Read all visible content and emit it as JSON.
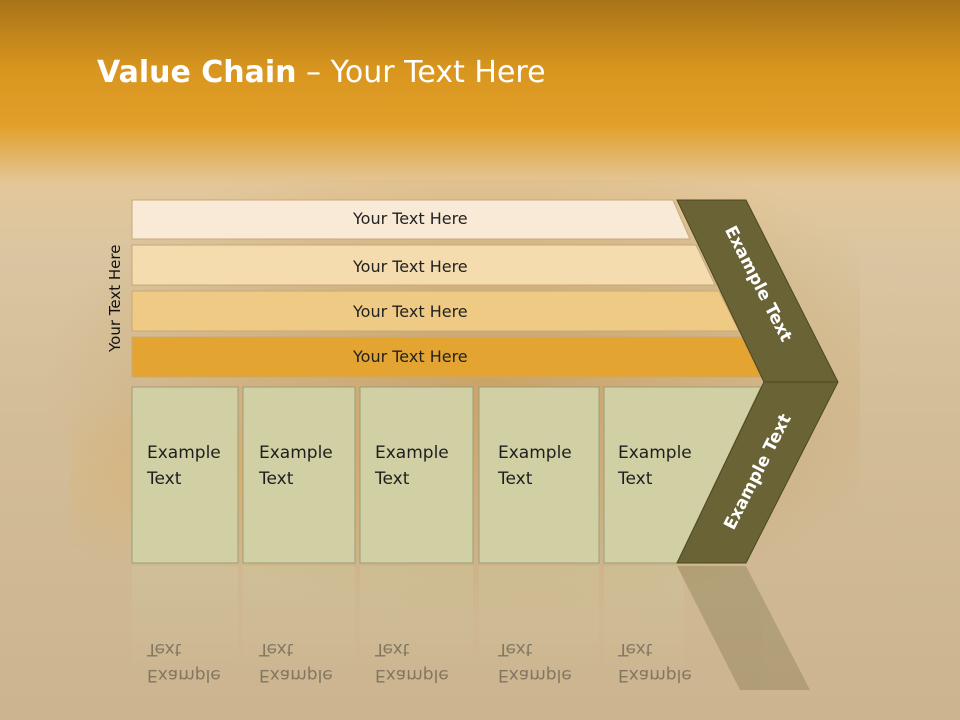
{
  "title": {
    "bold": "Value Chain",
    "rest": " – Your Text Here"
  },
  "side_label": "Your Text Here",
  "bars": [
    {
      "label": "Your Text Here"
    },
    {
      "label": "Your Text Here"
    },
    {
      "label": "Your Text Here"
    },
    {
      "label": "Your Text Here"
    }
  ],
  "cells": [
    {
      "line1": "Example",
      "line2": "Text"
    },
    {
      "line1": "Example",
      "line2": "Text"
    },
    {
      "line1": "Example",
      "line2": "Text"
    },
    {
      "line1": "Example",
      "line2": "Text"
    },
    {
      "line1": "Example",
      "line2": "Text"
    }
  ],
  "chevron_top_label": "Example Text",
  "chevron_bottom_label": "Example Text",
  "colors": {
    "bar_1": "#f8ead6",
    "bar_2": "#f4dcae",
    "bar_3": "#efca84",
    "bar_4": "#e3a432",
    "cell": "#d0d0a4",
    "chevron": "#6a6335",
    "title_text": "#ffffff"
  }
}
